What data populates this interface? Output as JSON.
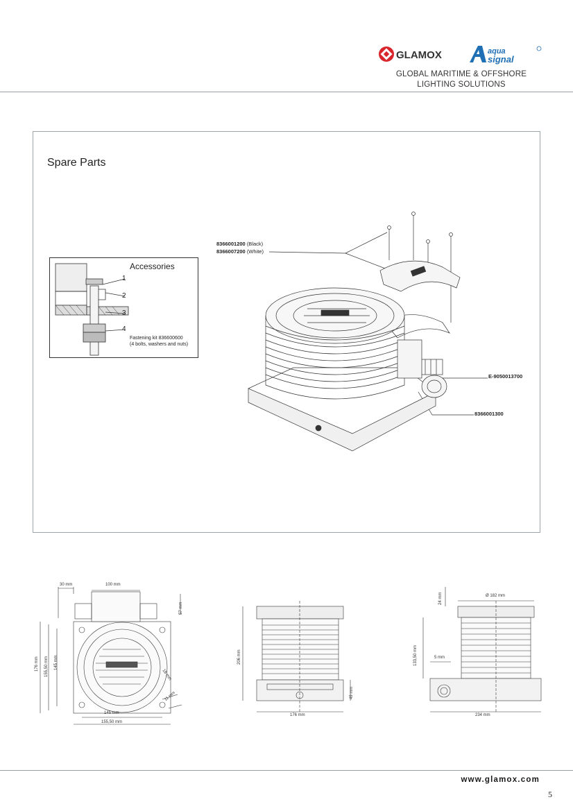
{
  "header": {
    "logo_primary": "GLAMOX",
    "logo_secondary": "aqua signal",
    "tagline_line1": "GLOBAL MARITIME & OFFSHORE",
    "tagline_line2": "LIGHTING SOLUTIONS"
  },
  "spare_parts": {
    "title": "Spare Parts",
    "accessories": {
      "title": "Accessories",
      "callouts": [
        "1",
        "2",
        "3",
        "4"
      ],
      "kit_line1": "Fastening kit 836600600",
      "kit_line2": "(4 bolts, washers and nuts)"
    },
    "parts": [
      {
        "number": "8366001200",
        "note": "(Black)"
      },
      {
        "number": "8366007200",
        "note": "(White)"
      },
      {
        "number": "E-9050013700",
        "note": ""
      },
      {
        "number": "8366001300",
        "note": ""
      }
    ]
  },
  "dimensions": {
    "top_view": {
      "d1": "30 mm",
      "d2": "100 mm",
      "d3": "57 mm",
      "d4": "176 mm",
      "d5": "155,50 mm",
      "d6": "145 mm",
      "d7": "18 mm",
      "d8": "11 mm",
      "d9": "145 mm",
      "d10": "155,50 mm"
    },
    "side_view": {
      "height": "206 mm",
      "base": "49 mm",
      "width": "176 mm"
    },
    "front_view": {
      "top": "24 mm",
      "diameter": "Ø 182 mm",
      "height": "133,50 mm",
      "offset": "5 mm",
      "width": "234 mm"
    }
  },
  "footer": {
    "website": "www.glamox.com",
    "page_number": "5"
  },
  "colors": {
    "glamox_red": "#d9262c",
    "aqua_blue": "#1f6fb5",
    "rule_gray": "#9aa0a6"
  }
}
